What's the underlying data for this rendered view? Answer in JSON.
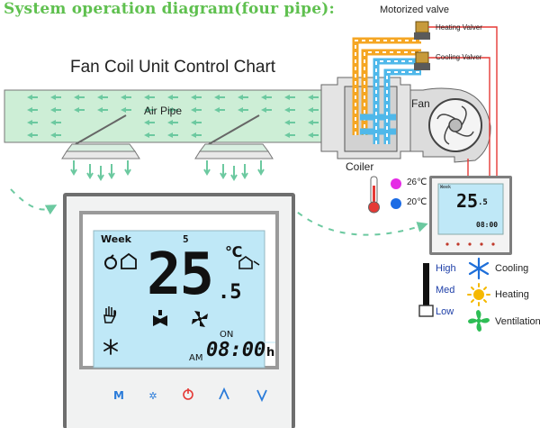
{
  "diagram": {
    "title": "System operation diagram(four pipe):",
    "chart_title": "Fan Coil Unit Control Chart",
    "labels": {
      "motorized_valve": "Motorized valve",
      "heating_valve": "Heating Valver",
      "cooling_valve": "Cooling Valver",
      "air_pipe": "Air Pipe",
      "fan": "Fan",
      "coiler": "Coiler"
    },
    "temps": {
      "hot": "26℃",
      "cold": "20℃"
    },
    "speed": [
      "High",
      "Med",
      "Low"
    ],
    "modes": [
      "Cooling",
      "Heating",
      "Ventilation"
    ],
    "colors": {
      "heating_pipe": "#f5a623",
      "cooling_pipe": "#4fb8ea",
      "wire": "#e53935",
      "lcd": "#bfe8f7",
      "title": "#5fc04f"
    }
  },
  "thermostat": {
    "week_label": "Week",
    "day": "5",
    "temp_main": "25",
    "temp_decimal": ".5",
    "unit": "℃",
    "on_label": "ON",
    "am_label": "AM",
    "time": "08:00",
    "time_unit": "h",
    "mini_temp": "25",
    "mini_decimal": ".5",
    "mini_time": "08:00"
  }
}
